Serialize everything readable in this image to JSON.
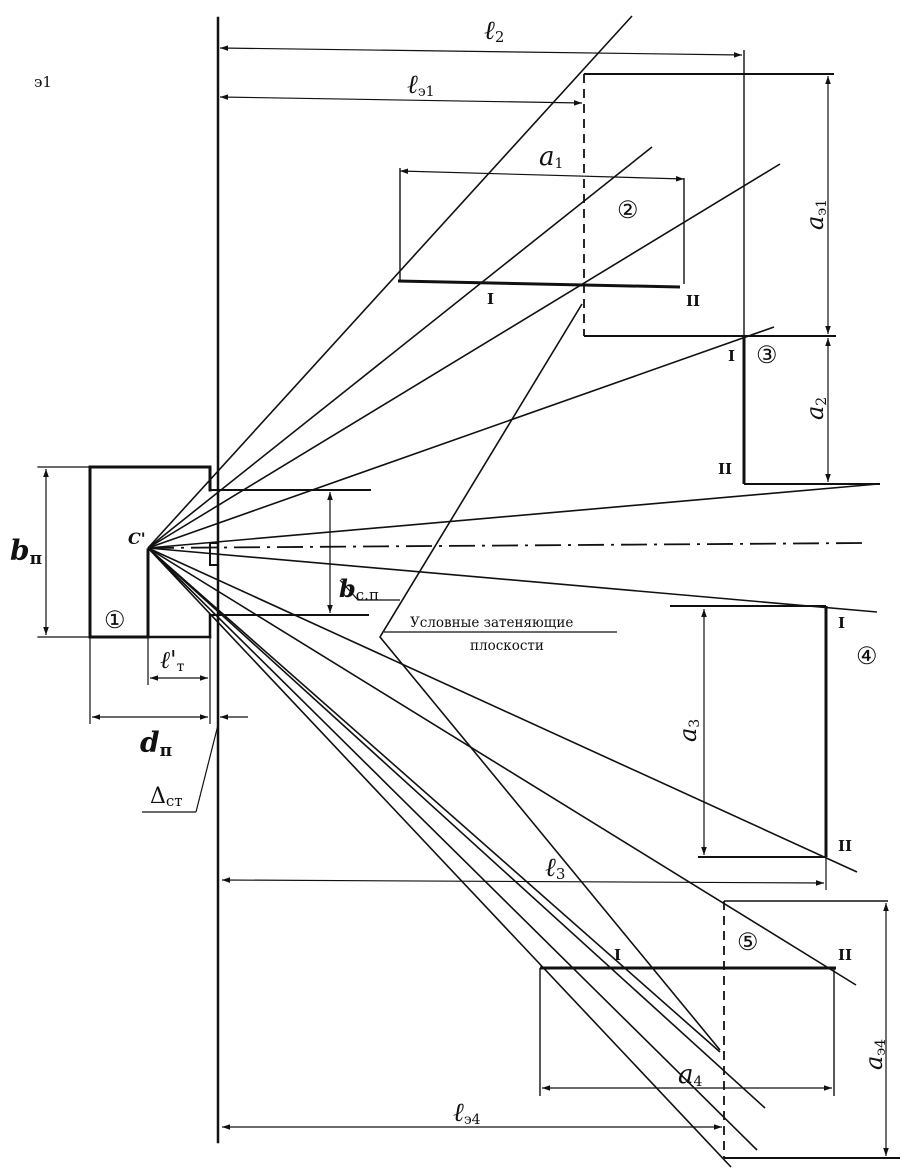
{
  "corner_note": "э1",
  "point_label": "C'",
  "caption": {
    "line1": "Условные затеняющие",
    "line2": "плоскости"
  },
  "dimensions": {
    "l2": {
      "main": "ℓ",
      "sub": "2"
    },
    "le1": {
      "main": "ℓ",
      "sub": "э1"
    },
    "a1": {
      "main": "a",
      "sub": "1"
    },
    "ae1": {
      "main": "a",
      "sub": "э1"
    },
    "a2": {
      "main": "a",
      "sub": "2"
    },
    "a3": {
      "main": "a",
      "sub": "3"
    },
    "l3": {
      "main": "ℓ",
      "sub": "3"
    },
    "a4": {
      "main": "a",
      "sub": "4"
    },
    "le4": {
      "main": "ℓ",
      "sub": "э4"
    },
    "ae4": {
      "main": "a",
      "sub": "э4"
    },
    "bp": {
      "main": "b",
      "sub": "п"
    },
    "bcp": {
      "main": "b",
      "sub": "с.п"
    },
    "lt": {
      "main": "ℓ'",
      "sub": "т"
    },
    "dp": {
      "main": "d",
      "sub": "п"
    },
    "dst": {
      "main": "Δ",
      "sub": "ст"
    }
  },
  "surfaces": [
    "①",
    "②",
    "③",
    "④",
    "⑤"
  ],
  "roman": {
    "one": "I",
    "two": "II"
  }
}
